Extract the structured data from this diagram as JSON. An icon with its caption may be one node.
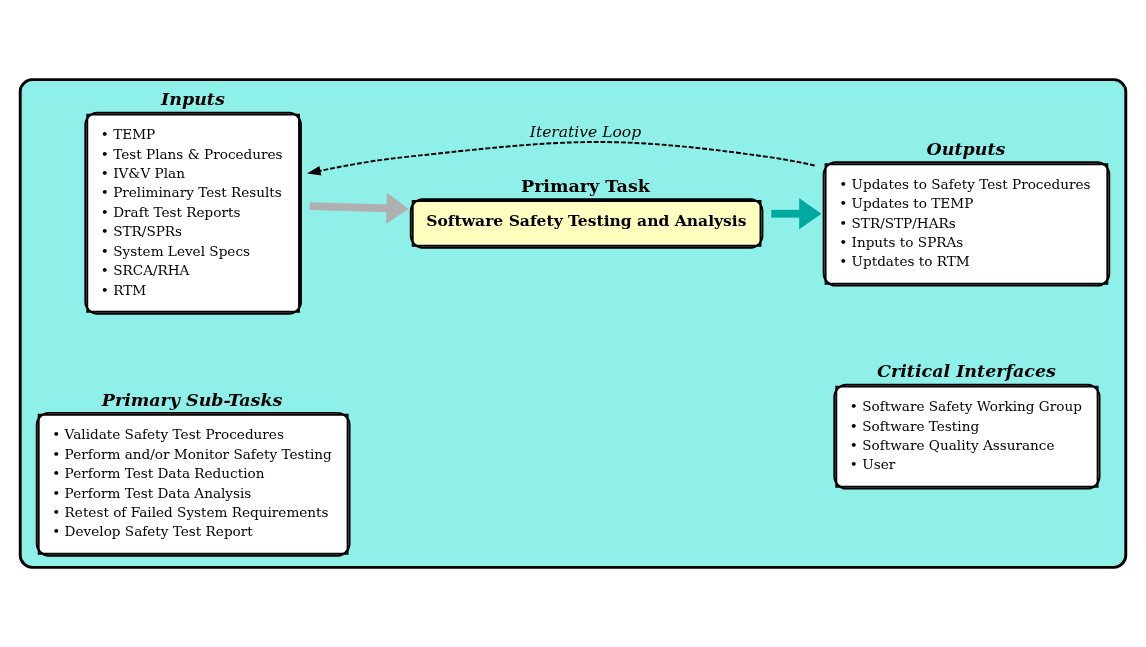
{
  "diagram": {
    "nodes": [
      {
        "text": [],
        "shape": "box"
      },
      {
        "text": [
          "Inputs",
          "• TEMP",
          "• Test Plans & Procedures",
          "• IV&V Plan",
          "• Preliminary Test Results",
          "• Draft Test Reports",
          "• STR/SPRs",
          "• System Level Specs",
          "• SRCA/RHA",
          "• RTM"
        ],
        "in": 0
      },
      {
        "text": [
          "Primary Task",
          "Software Safety Testing and Analysis"
        ],
        "in": 0
      },
      {
        "text": [
          "Outputs",
          "• Updates to Safety Test Procedures",
          "• Updates to TEMP",
          "• STR/STP/HARs",
          "• Inputs to SPRAs",
          "• Uptdates to RTM"
        ],
        "in": 0
      },
      {
        "text": [
          "Primary Sub-Tasks",
          "• Validate Safety Test Procedures",
          "• Perform and/or Monitor Safety Testing",
          "• Perform Test Data Reduction",
          "• Perform Test Data Analysis",
          "• Retest of Failed System Requirements",
          "• Develop Safety Test Report"
        ],
        "in": 0
      },
      {
        "text": [
          "Critical Interfaces",
          "• Software Safety Working Group",
          "• Software Testing",
          "• Software Quality Assurance",
          "• User"
        ],
        "in": 0
      }
    ],
    "edges": [
      {
        "from": 1,
        "to": 2,
        "arrow": "to",
        "color": "#b0b0b0"
      },
      {
        "from": 2,
        "to": 3,
        "arrow": "to",
        "color": "#00a99d"
      },
      {
        "from": 3,
        "to": 1,
        "arrow": "to",
        "style": "dashed",
        "color": "#000000",
        "label": "Iterative Loop"
      }
    ]
  }
}
